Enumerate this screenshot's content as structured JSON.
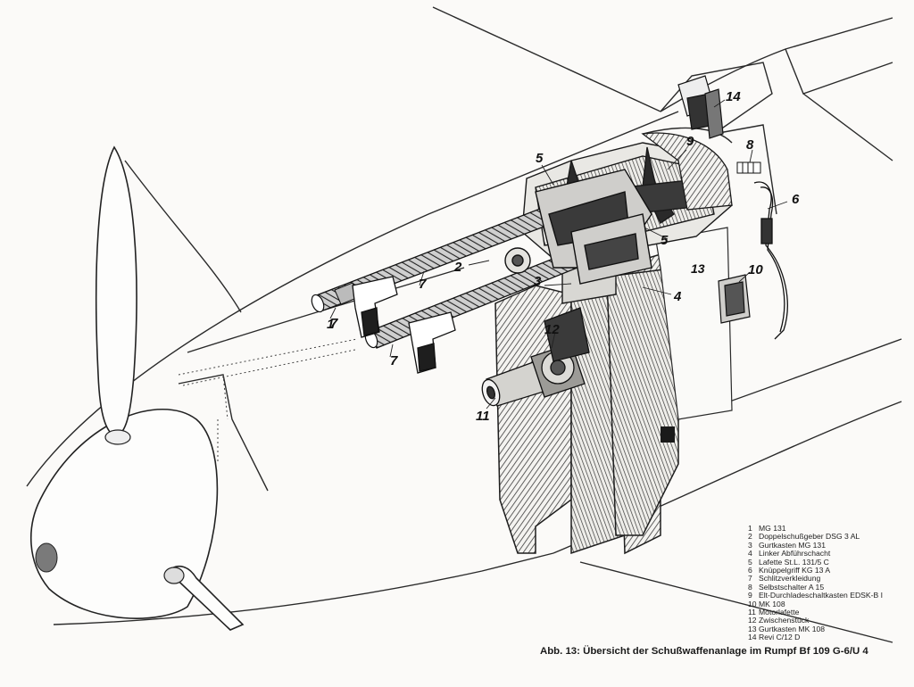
{
  "callouts": {
    "c1": "1",
    "c2": "2",
    "c3": "3",
    "c4": "4",
    "c5a": "5",
    "c5b": "5",
    "c6": "6",
    "c7a": "7",
    "c7b": "7",
    "c7c": "7",
    "c8": "8",
    "c9": "9",
    "c10": "10",
    "c11": "11",
    "c12": "12",
    "c13": "13",
    "c14": "14"
  },
  "legend": [
    {
      "num": "1",
      "text": "MG 131"
    },
    {
      "num": "2",
      "text": "Doppelschußgeber DSG 3 AL"
    },
    {
      "num": "3",
      "text": "Gurtkasten MG 131"
    },
    {
      "num": "4",
      "text": "Linker Abführschacht"
    },
    {
      "num": "5",
      "text": "Lafette St.L. 131/5 C"
    },
    {
      "num": "6",
      "text": "Knüppelgriff KG 13 A"
    },
    {
      "num": "7",
      "text": "Schlitzverkleidung"
    },
    {
      "num": "8",
      "text": "Selbstschalter A 15"
    },
    {
      "num": "9",
      "text": "Elt-Durchladeschaltkasten EDSK-B I"
    },
    {
      "num": "10",
      "text": "MK 108"
    },
    {
      "num": "11",
      "text": "Motorlafette"
    },
    {
      "num": "12",
      "text": "Zwischenstück"
    },
    {
      "num": "13",
      "text": "Gurtkasten MK 108"
    },
    {
      "num": "14",
      "text": "Revi C/12 D"
    }
  ],
  "caption": "Abb. 13: Übersicht der Schußwaffenanlage im Rumpf Bf 109 G-6/U 4"
}
